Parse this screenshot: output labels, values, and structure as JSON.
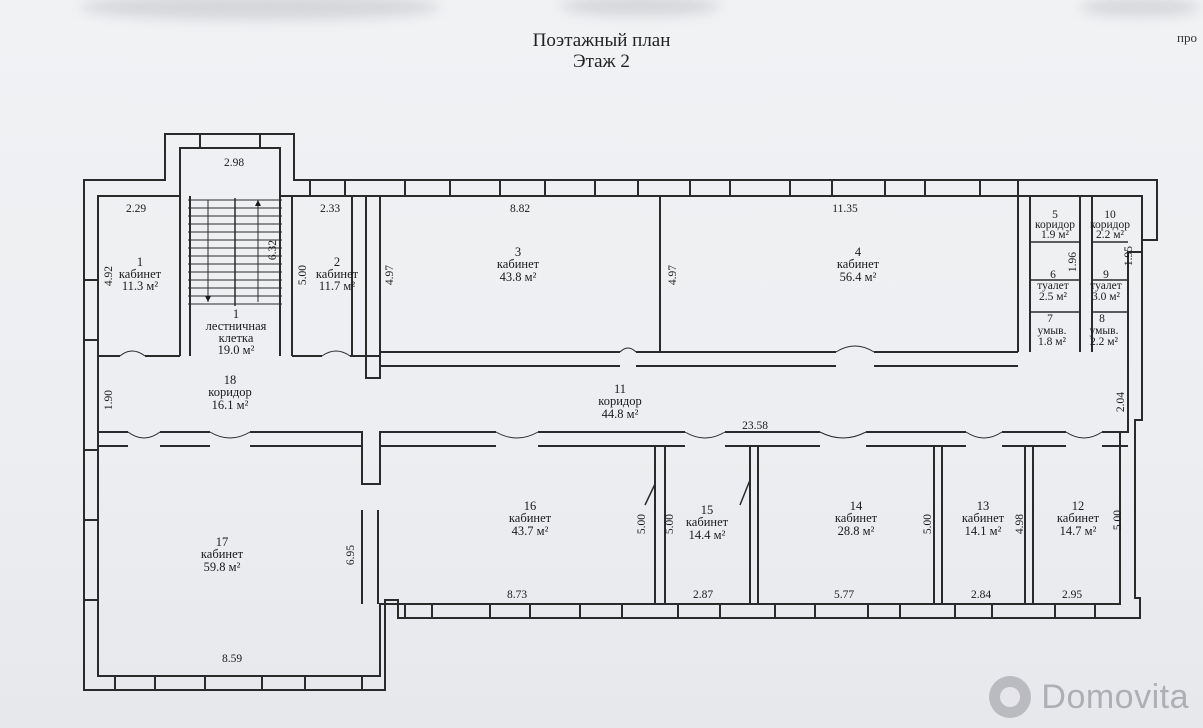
{
  "title_line1": "Поэтажный план",
  "title_line2": "Этаж 2",
  "corner_fragment": "про",
  "watermark": "Domovita",
  "rooms": [
    {
      "id": "1",
      "num": "1",
      "name": "кабинет",
      "area": "11.3 м²"
    },
    {
      "id": "2",
      "num": "2",
      "name": "кабинет",
      "area": "11.7 м²"
    },
    {
      "id": "3",
      "num": "3",
      "name": "кабинет",
      "area": "43.8 м²"
    },
    {
      "id": "4",
      "num": "4",
      "name": "кабинет",
      "area": "56.4 м²"
    },
    {
      "id": "5",
      "num": "5",
      "name": "коридор",
      "area": "1.9 м²"
    },
    {
      "id": "6",
      "num": "6",
      "name": "туалет",
      "area": "2.5 м²"
    },
    {
      "id": "7",
      "num": "7",
      "name": "умыв.",
      "area": "1.8 м²"
    },
    {
      "id": "8",
      "num": "8",
      "name": "умыв.",
      "area": "2.2 м²"
    },
    {
      "id": "9",
      "num": "9",
      "name": "туалет",
      "area": "3.0 м²"
    },
    {
      "id": "10",
      "num": "10",
      "name": "коридор",
      "area": "2.2 м²"
    },
    {
      "id": "11",
      "num": "11",
      "name": "коридор",
      "area": "44.8 м²"
    },
    {
      "id": "12",
      "num": "12",
      "name": "кабинет",
      "area": "14.7 м²"
    },
    {
      "id": "13",
      "num": "13",
      "name": "кабинет",
      "area": "14.1 м²"
    },
    {
      "id": "14",
      "num": "14",
      "name": "кабинет",
      "area": "28.8 м²"
    },
    {
      "id": "15",
      "num": "15",
      "name": "кабинет",
      "area": "14.4 м²"
    },
    {
      "id": "16",
      "num": "16",
      "name": "кабинет",
      "area": "43.7 м²"
    },
    {
      "id": "17",
      "num": "17",
      "name": "кабинет",
      "area": "59.8 м²"
    },
    {
      "id": "18",
      "num": "18",
      "name": "коридор",
      "area": "16.1 м²"
    },
    {
      "id": "st",
      "num": "1",
      "name": "лестничная",
      "name2": "клетка",
      "area": "19.0 м²"
    }
  ],
  "dimensions": {
    "d_298": "2.98",
    "d_229": "2.29",
    "d_233": "2.33",
    "d_882": "8.82",
    "d_1135": "11.35",
    "d_492": "4.92",
    "d_632": "6.32",
    "d_500a": "5.00",
    "d_497a": "4.97",
    "d_497b": "4.97",
    "d_196": "1.96",
    "d_195": "1.95",
    "d_190": "1.90",
    "d_204": "2.04",
    "d_2358": "23.58",
    "d_500b": "5.00",
    "d_500c": "5.00",
    "d_500d": "5.00",
    "d_498": "4.98",
    "d_500e": "5.00",
    "d_695": "6.95",
    "d_873": "8.73",
    "d_287": "2.87",
    "d_577": "5.77",
    "d_284": "2.84",
    "d_295": "2.95",
    "d_859": "8.59"
  }
}
